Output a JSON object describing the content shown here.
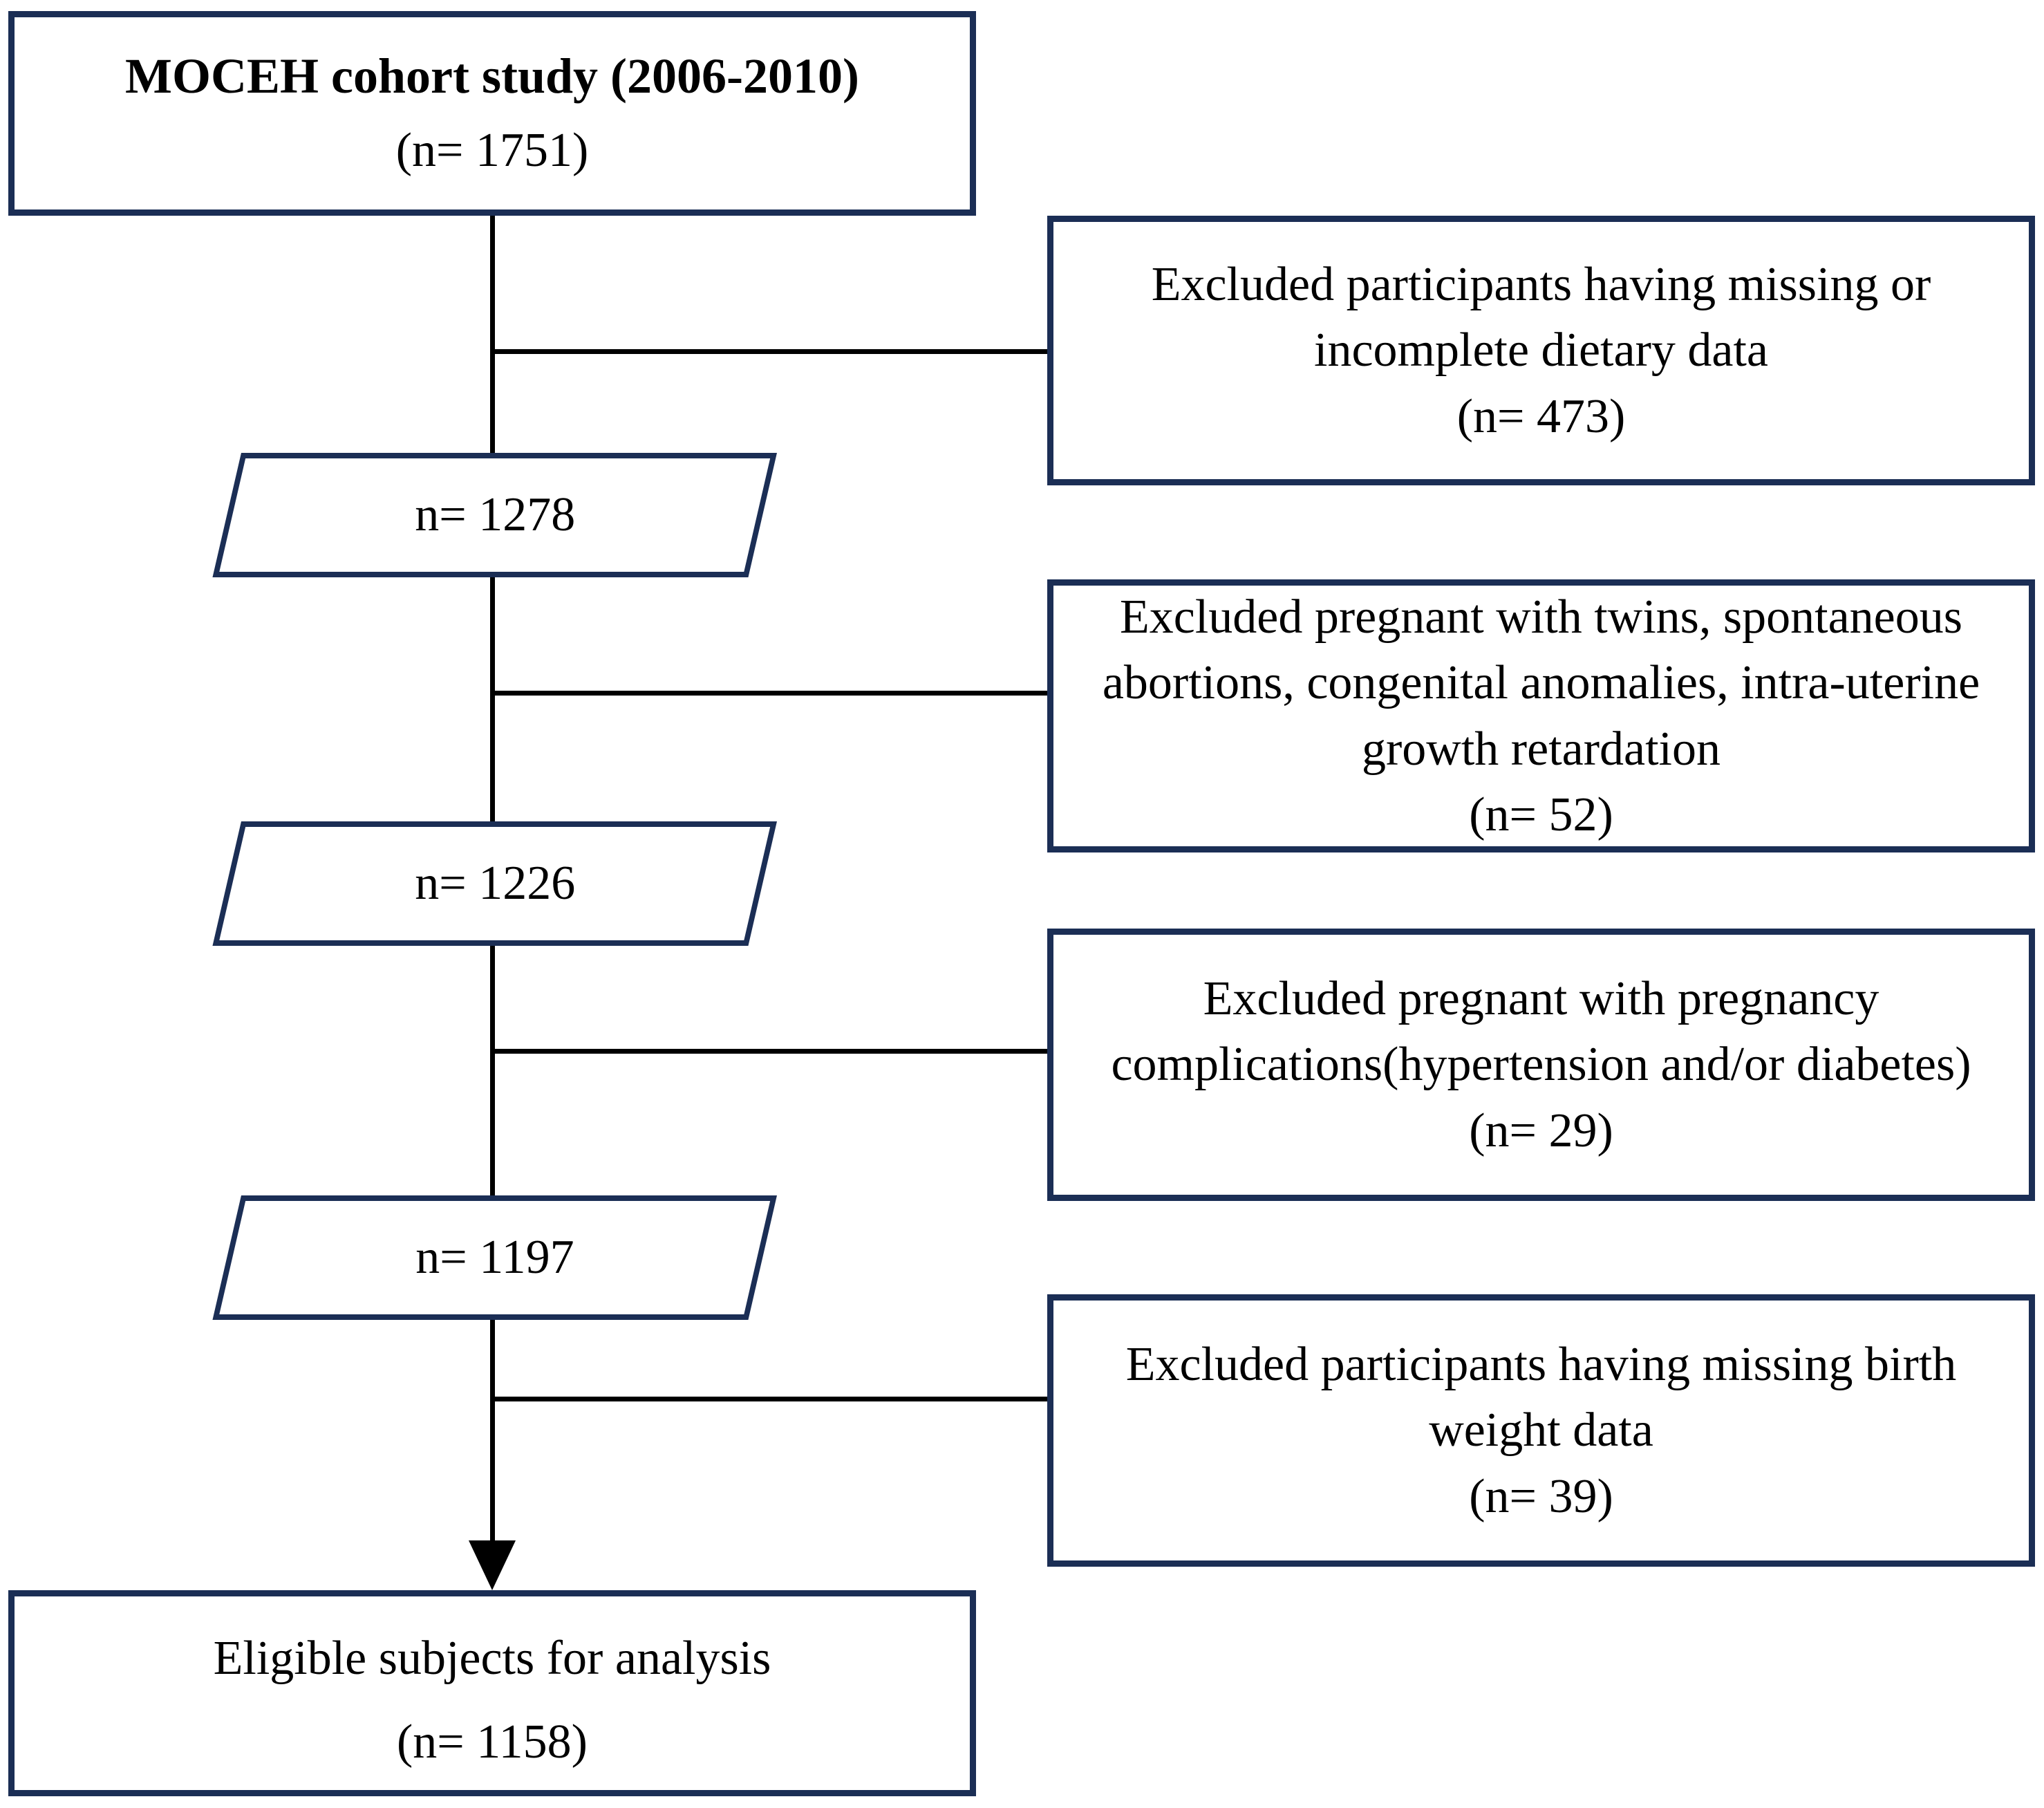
{
  "colors": {
    "box_border": "#1b2e55",
    "connector": "#000000",
    "text": "#000000",
    "background": "#ffffff"
  },
  "flowchart": {
    "start": {
      "title": "MOCEH cohort study (2006-2010)",
      "count": "(n= 1751)"
    },
    "exclusions": [
      {
        "lines": [
          "Excluded participants having missing or",
          "incomplete dietary data"
        ],
        "count": "(n= 473)"
      },
      {
        "lines": [
          "Excluded pregnant with twins, spontaneous",
          "abortions, congenital anomalies, intra-uterine",
          "growth retardation"
        ],
        "count": "(n= 52)"
      },
      {
        "lines": [
          "Excluded pregnant with pregnancy",
          "complications(hypertension and/or diabetes)"
        ],
        "count": "(n= 29)"
      },
      {
        "lines": [
          "Excluded participants having missing birth",
          "weight data"
        ],
        "count": "(n= 39)"
      }
    ],
    "steps": [
      {
        "count": "n= 1278"
      },
      {
        "count": "n= 1226"
      },
      {
        "count": "n= 1197"
      }
    ],
    "final": {
      "title": "Eligible subjects for analysis",
      "count": "(n= 1158)"
    }
  }
}
